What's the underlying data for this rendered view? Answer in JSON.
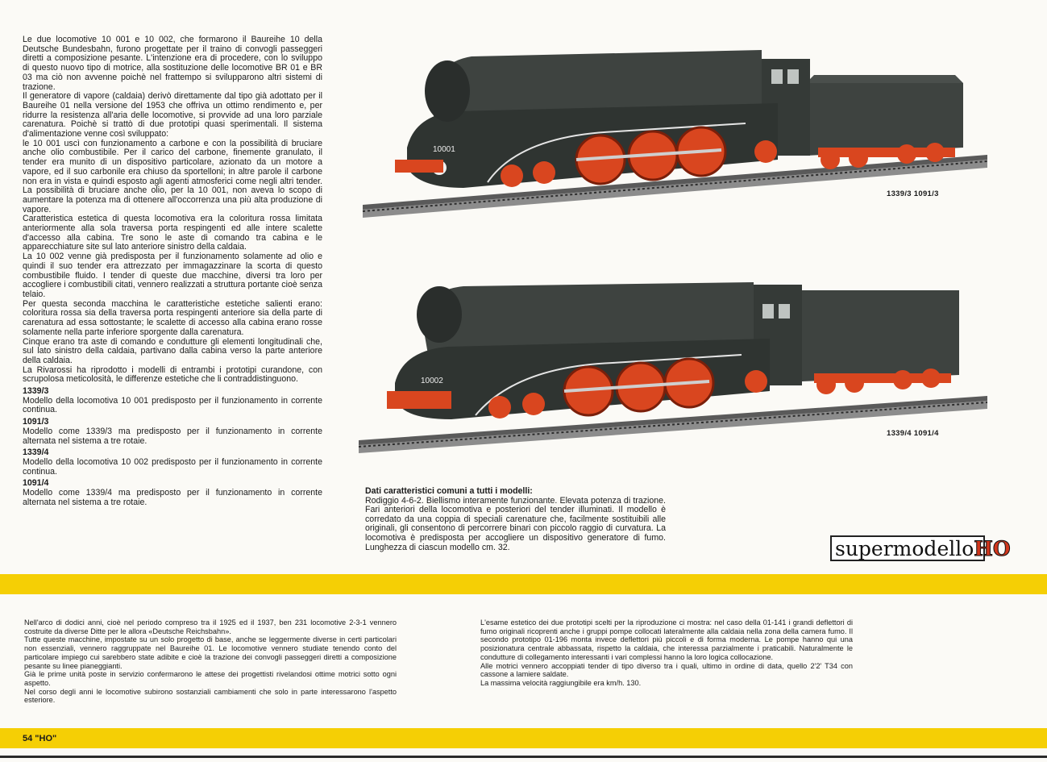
{
  "left_column": {
    "paragraphs": [
      "Le due locomotive 10 001 e 10 002, che formarono il Baureihe 10 della Deutsche Bundesbahn, furono progettate per il traino di convogli passeggeri diretti a composizione pesante. L'intenzione era di procedere, con lo sviluppo di questo nuovo tipo di motrice, alla sostituzione delle locomotive BR 01 e BR 03 ma ciò non avvenne poichè nel frattempo si svilupparono altri sistemi di trazione.",
      "Il generatore di vapore (caldaia) derivò direttamente dal tipo già adottato per il Baureihe 01 nella versione del 1953 che offriva un ottimo rendimento e, per ridurre la resistenza all'aria delle locomotive, si provvide ad una loro parziale carenatura. Poichè si trattò di due prototipi quasi sperimentali. Il sistema d'alimentazione venne così sviluppato:",
      "le 10 001 uscì con funzionamento a carbone e con la possibilità di bruciare anche olio combustibile. Per il carico del carbone, finemente granulato, il tender era munito di un dispositivo particolare, azionato da un motore a vapore, ed il suo carbonile era chiuso da sportelloni; in altre parole il carbone non era in vista e quindi esposto agli agenti atmosferici come negli altri tender. La possibilità di bruciare anche olio, per la 10 001, non aveva lo scopo di aumentare la potenza ma di ottenere all'occorrenza una più alta produzione di vapore.",
      "Caratteristica estetica di questa locomotiva era la coloritura rossa limitata anteriormente alla sola traversa porta respingenti ed alle intere scalette d'accesso alla cabina. Tre sono le aste di comando tra cabina e le apparecchiature site sul lato anteriore sinistro della caldaia.",
      "La 10 002 venne già predisposta per il funzionamento solamente ad olio e quindi il suo tender era attrezzato per immagazzinare la scorta di questo combustibile fluido. I tender di queste due macchine, diversi tra loro per accogliere i combustibili citati, vennero realizzati a struttura portante cioè senza telaio.",
      "Per questa seconda macchina le caratteristiche estetiche salienti erano: coloritura rossa sia della traversa porta respingenti anteriore sia della parte di carenatura ad essa sottostante; le scalette di accesso alla cabina erano rosse solamente nella parte inferiore sporgente dalla carenatura.",
      "Cinque erano tra aste di comando e condutture gli elementi longitudinali che, sul lato sinistro della caldaia, partivano dalla cabina verso la parte anteriore della caldaia.",
      "La Rivarossi ha riprodotto i modelli di entrambi i prototipi curandone, con scrupolosa meticolosità, le differenze estetiche che li contraddistinguono."
    ],
    "models": [
      {
        "code": "1339/3",
        "text": "Modello della locomotiva 10 001 predisposto per il funzionamento in corrente continua."
      },
      {
        "code": "1091/3",
        "text": "Modello come 1339/3 ma predisposto per il funzionamento in corrente alternata nel sistema a tre rotaie."
      },
      {
        "code": "1339/4",
        "text": "Modello della locomotiva 10 002 predisposto per il funzionamento in corrente continua."
      },
      {
        "code": "1091/4",
        "text": "Modello come 1339/4 ma predisposto per il funzionamento in corrente alternata nel sistema a tre rotaie."
      }
    ]
  },
  "photos": {
    "top_label": "1339/3    1091/3",
    "top_number_plate": "10001",
    "bottom_label": "1339/4    1091/4",
    "bottom_number_plate": "10002"
  },
  "specs": {
    "heading": "Dati caratteristici comuni a tutti i modelli:",
    "body": "Rodiggio 4-6-2. Biellismo interamente funzionante. Elevata potenza di trazione. Fari anteriori della locomotiva e posteriori del tender illuminati. Il modello è corredato da una coppia di speciali carenature che, facilmente sostituibili alle originali, gli consentono di percorrere binari con piccolo raggio di curvatura. La locomotiva è predisposta per accogliere un dispositivo generatore di fumo. Lunghezza di ciascun modello cm. 32."
  },
  "logo": {
    "text": "supermodello",
    "suffix": "HO"
  },
  "lower_left": [
    "Nell'arco di dodici anni, cioè nel periodo compreso tra il 1925 ed il 1937, ben 231 locomotive 2-3-1 vennero costruite da diverse Ditte per le allora «Deutsche Reichsbahn».",
    "Tutte queste macchine, impostate su un solo progetto di base, anche se leggermente diverse in certi particolari non essenziali, vennero raggruppate nel Baureihe 01. Le locomotive vennero studiate tenendo conto del particolare impiego cui sarebbero state adibite e cioè la trazione dei convogli passeggeri diretti a composizione pesante su linee pianeggianti.",
    "Già le prime unità poste in servizio confermarono le attese dei progettisti rivelandosi ottime motrici sotto ogni aspetto.",
    "Nel corso degli anni le locomotive subirono sostanziali cambiamenti che solo in parte interessarono l'aspetto esteriore."
  ],
  "lower_right": [
    "L'esame estetico dei due prototipi scelti per la riproduzione ci mostra: nel caso della 01-141 i grandi deflettori di fumo originali ricoprenti anche i gruppi pompe collocati lateralmente alla caldaia nella zona della camera fumo. Il secondo prototipo 01-196 monta invece deflettori più piccoli e di forma moderna. Le pompe hanno qui una posizionatura centrale abbassata, rispetto la caldaia, che interessa parzialmente i praticabili. Naturalmente le condutture di collegamento interessanti i vari complessi hanno la loro logica collocazione.",
    "Alle motrici vennero accoppiati tender di tipo diverso tra i quali, ultimo in ordine di data, quello 2'2' T34 con cassone a lamiere saldate.",
    "La massima velocità raggiungibile era km/h. 130."
  ],
  "page_number": "54 \"HO\"",
  "colors": {
    "band": "#f5cf05",
    "loco": "#3e4340",
    "wheels": "#d9461f",
    "logo_ho": "#d1371d"
  }
}
